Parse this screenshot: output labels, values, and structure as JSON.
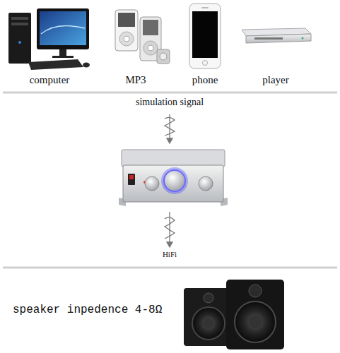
{
  "diagram": {
    "labels": [
      "computer",
      "MP3",
      "phone",
      "player",
      "simulation signal",
      "HiFi",
      "speaker inpedence 4-8Ω"
    ]
  }
}
